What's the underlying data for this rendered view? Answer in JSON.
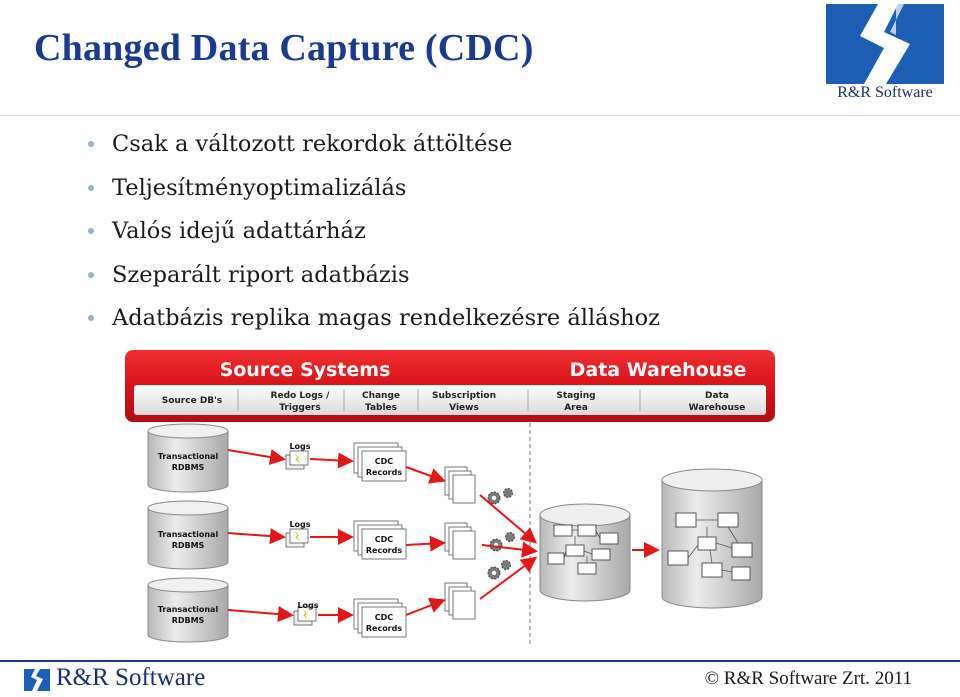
{
  "title": "Changed Data Capture (CDC)",
  "logo": {
    "brand": "R&R Software"
  },
  "bullets": [
    "Csak a változott rekordok áttöltése",
    "Teljesítményoptimalizálás",
    "Valós idejű adattárház",
    "Szeparált riport adatbázis",
    "Adatbázis replika magas rendelkezésre álláshoz"
  ],
  "diagram": {
    "banner_left": "Source Systems",
    "banner_right": "Data Warehouse",
    "columns": {
      "source_db": "Source DB's",
      "redo_logs": [
        "Redo Logs /",
        "Triggers"
      ],
      "change_tables": [
        "Change",
        "Tables"
      ],
      "subscription_views": [
        "Subscription",
        "Views"
      ],
      "staging_area": [
        "Staging",
        "Area"
      ],
      "data_warehouse": [
        "Data",
        "Warehouse"
      ]
    },
    "db_label": [
      "Transactional",
      "RDBMS"
    ],
    "logs_label": "Logs",
    "cdc_label": [
      "CDC",
      "Records"
    ],
    "colors": {
      "banner": "#d8131b",
      "arrow": "#e01818",
      "cylinder": "#d4d4d4"
    }
  },
  "footer": {
    "brand": "R&R Software",
    "copyright": "© R&R Software Zrt. 2011"
  }
}
